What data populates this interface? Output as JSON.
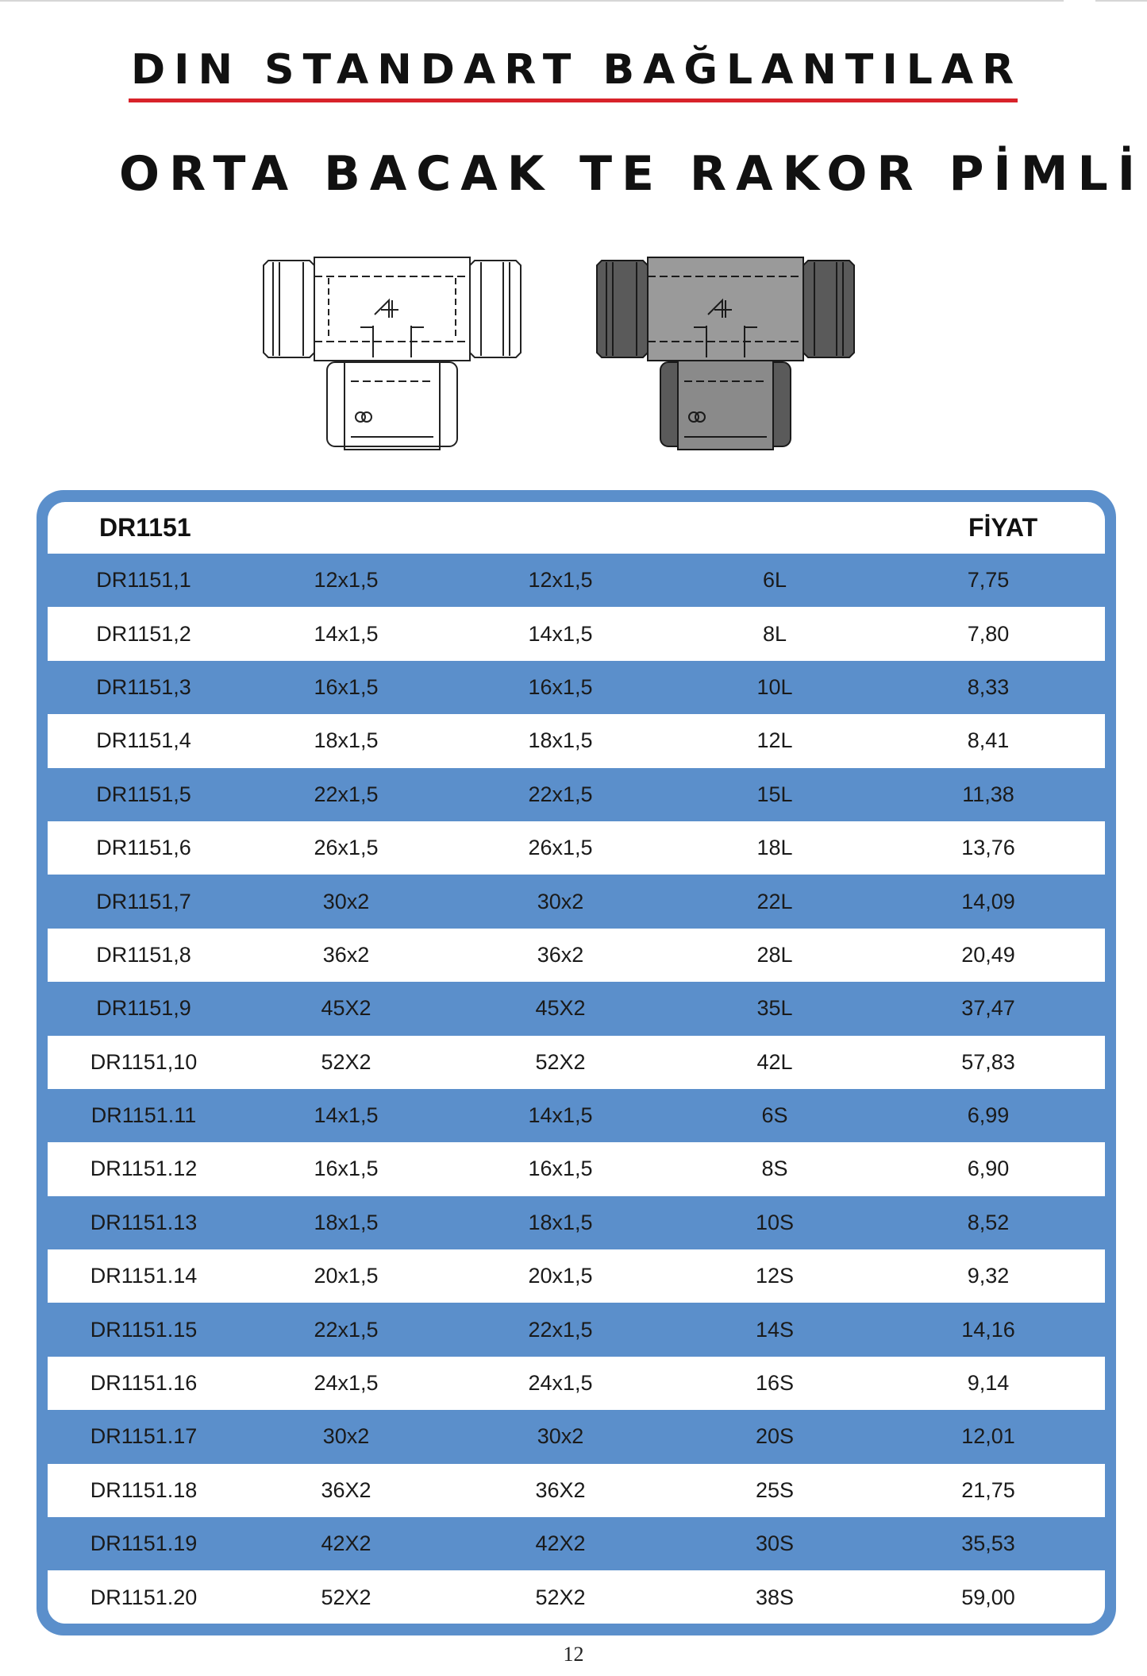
{
  "header": {
    "title": "DIN STANDART BAĞLANTILAR",
    "accent_color": "#d8232a"
  },
  "product": {
    "title": "ORTA BACAK TE RAKOR PİMLİ",
    "drawings": [
      "tee-fitting-outline-drawing",
      "tee-fitting-shaded-drawing"
    ]
  },
  "table": {
    "frame_color": "#5b8fcb",
    "header_code": "DR1151",
    "header_price": "FİYAT",
    "rows": [
      [
        "DR1151,1",
        "12x1,5",
        "12x1,5",
        "6L",
        "7,75"
      ],
      [
        "DR1151,2",
        "14x1,5",
        "14x1,5",
        "8L",
        "7,80"
      ],
      [
        "DR1151,3",
        "16x1,5",
        "16x1,5",
        "10L",
        "8,33"
      ],
      [
        "DR1151,4",
        "18x1,5",
        "18x1,5",
        "12L",
        "8,41"
      ],
      [
        "DR1151,5",
        "22x1,5",
        "22x1,5",
        "15L",
        "11,38"
      ],
      [
        "DR1151,6",
        "26x1,5",
        "26x1,5",
        "18L",
        "13,76"
      ],
      [
        "DR1151,7",
        "30x2",
        "30x2",
        "22L",
        "14,09"
      ],
      [
        "DR1151,8",
        "36x2",
        "36x2",
        "28L",
        "20,49"
      ],
      [
        "DR1151,9",
        "45X2",
        "45X2",
        "35L",
        "37,47"
      ],
      [
        "DR1151,10",
        "52X2",
        "52X2",
        "42L",
        "57,83"
      ],
      [
        "DR1151.11",
        "14x1,5",
        "14x1,5",
        "6S",
        "6,99"
      ],
      [
        "DR1151.12",
        "16x1,5",
        "16x1,5",
        "8S",
        "6,90"
      ],
      [
        "DR1151.13",
        "18x1,5",
        "18x1,5",
        "10S",
        "8,52"
      ],
      [
        "DR1151.14",
        "20x1,5",
        "20x1,5",
        "12S",
        "9,32"
      ],
      [
        "DR1151.15",
        "22x1,5",
        "22x1,5",
        "14S",
        "14,16"
      ],
      [
        "DR1151.16",
        "24x1,5",
        "24x1,5",
        "16S",
        "9,14"
      ],
      [
        "DR1151.17",
        "30x2",
        "30x2",
        "20S",
        "12,01"
      ],
      [
        "DR1151.18",
        "36X2",
        "36X2",
        "25S",
        "21,75"
      ],
      [
        "DR1151.19",
        "42X2",
        "42X2",
        "30S",
        "35,53"
      ],
      [
        "DR1151.20",
        "52X2",
        "52X2",
        "38S",
        "59,00"
      ]
    ]
  },
  "page": {
    "number": "12"
  }
}
